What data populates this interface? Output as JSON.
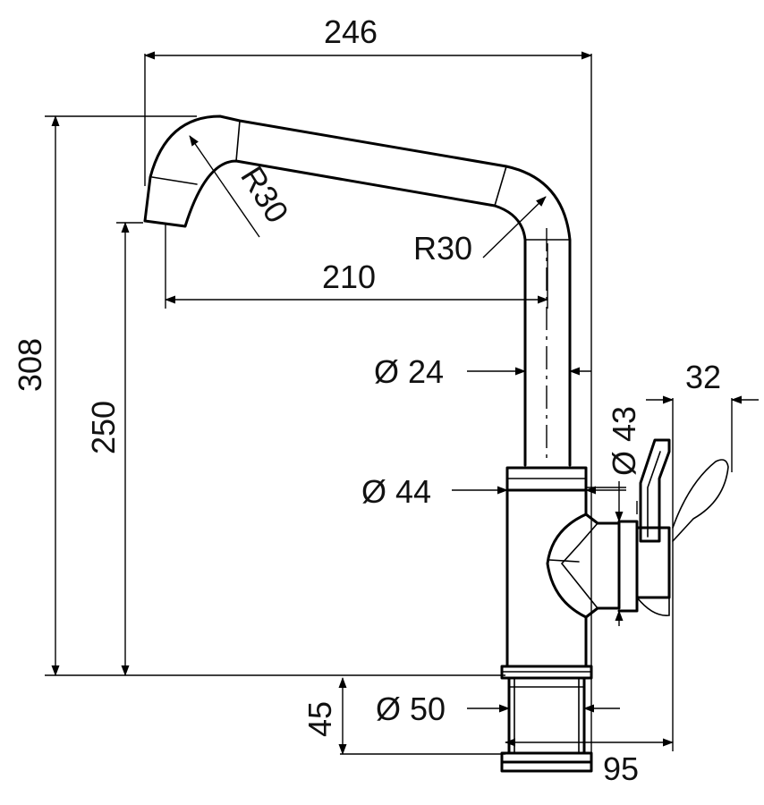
{
  "dimensions": {
    "overall_width": "246",
    "spout_reach": "210",
    "total_height": "308",
    "spout_height": "250",
    "spout_radius": "R30",
    "elbow_radius": "R30",
    "tube_diameter": "Ø 24",
    "body_diameter": "Ø 44",
    "cartridge_diameter": "Ø 43",
    "handle_width": "32",
    "shank_diameter": "Ø 50",
    "shank_length": "45",
    "base_width": "95"
  },
  "colors": {
    "line": "#000000",
    "background": "#ffffff"
  }
}
